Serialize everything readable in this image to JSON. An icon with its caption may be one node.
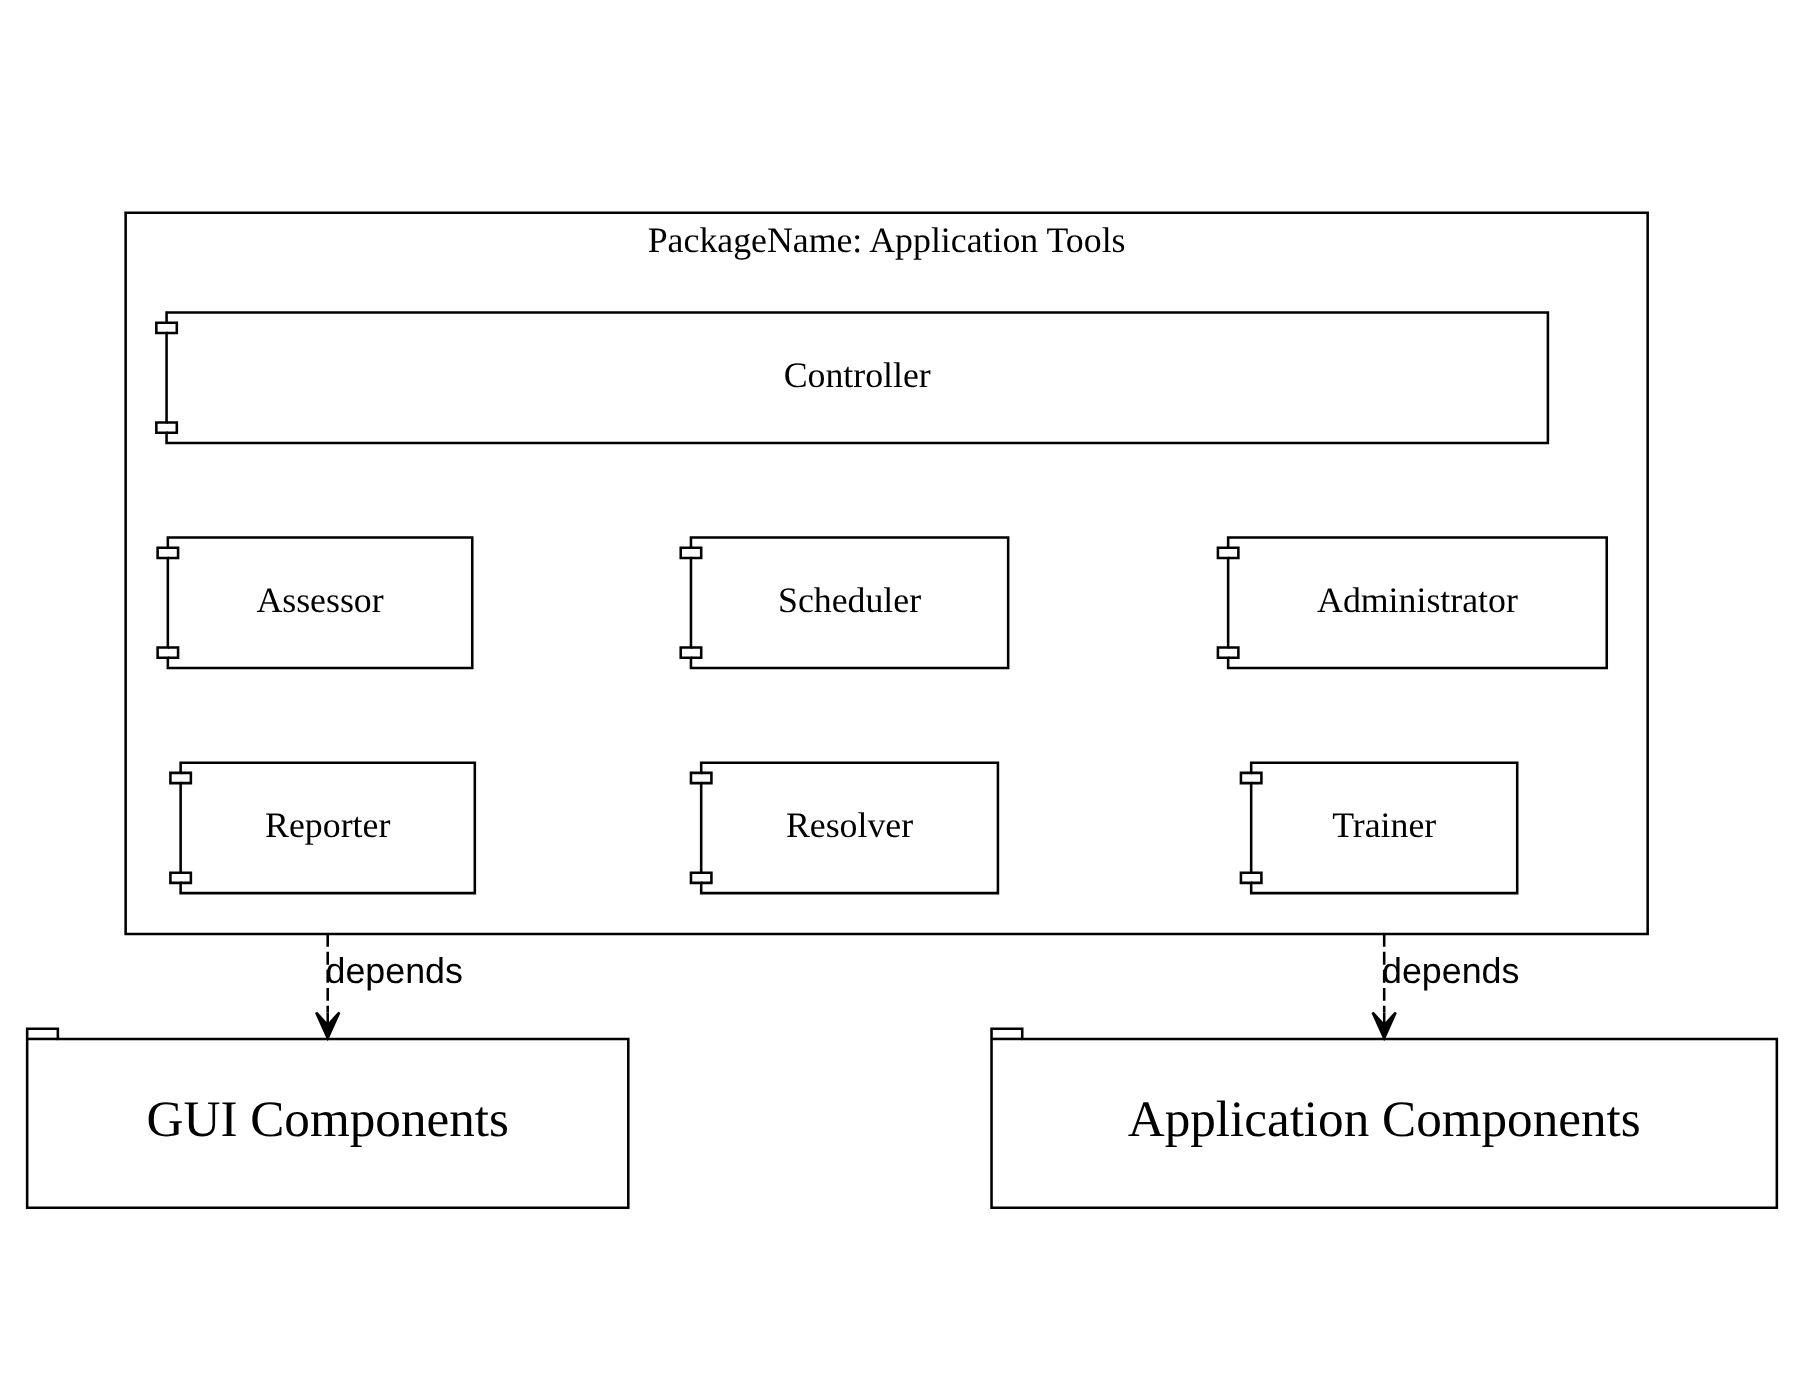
{
  "diagram": {
    "nodes": [
      {
        "text": [
          "PackageName: Application Tools"
        ]
      },
      {
        "text": [
          "Controller"
        ],
        "in": 0
      },
      {
        "text": [
          "Assessor"
        ],
        "in": 0
      },
      {
        "text": [
          "Scheduler"
        ],
        "in": 0
      },
      {
        "text": [
          "Administrator"
        ],
        "in": 0
      },
      {
        "text": [
          "Reporter"
        ],
        "in": 0
      },
      {
        "text": [
          "Resolver"
        ],
        "in": 0
      },
      {
        "text": [
          "Trainer"
        ],
        "in": 0
      },
      {
        "text": [
          "GUI Components"
        ]
      },
      {
        "text": [
          "Application Components"
        ]
      }
    ],
    "edges": [
      {
        "from": 0,
        "to": 8,
        "arrow": "to",
        "style": "dashed",
        "label": "depends"
      },
      {
        "from": 0,
        "to": 9,
        "arrow": "to",
        "style": "dashed",
        "label": "depends"
      }
    ]
  }
}
